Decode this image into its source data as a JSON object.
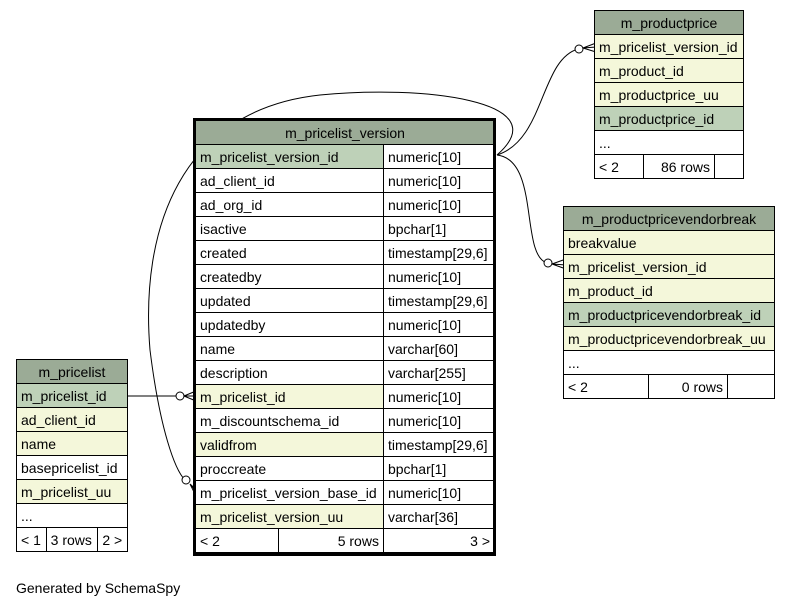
{
  "tables": {
    "m_pricelist": {
      "name": "m_pricelist",
      "columns": [
        {
          "name": "m_pricelist_id",
          "kind": "pk"
        },
        {
          "name": "ad_client_id",
          "kind": "fk"
        },
        {
          "name": "name",
          "kind": "fk"
        },
        {
          "name": "basepricelist_id",
          "kind": "plain"
        },
        {
          "name": "m_pricelist_uu",
          "kind": "fk"
        },
        {
          "name": "...",
          "kind": "plain"
        }
      ],
      "footer": {
        "parents": "< 1",
        "rows": "3 rows",
        "children": "2 >"
      }
    },
    "m_pricelist_version": {
      "name": "m_pricelist_version",
      "columns": [
        {
          "name": "m_pricelist_version_id",
          "type": "numeric[10]",
          "kind": "pk"
        },
        {
          "name": "ad_client_id",
          "type": "numeric[10]",
          "kind": "plain"
        },
        {
          "name": "ad_org_id",
          "type": "numeric[10]",
          "kind": "plain"
        },
        {
          "name": "isactive",
          "type": "bpchar[1]",
          "kind": "plain"
        },
        {
          "name": "created",
          "type": "timestamp[29,6]",
          "kind": "plain"
        },
        {
          "name": "createdby",
          "type": "numeric[10]",
          "kind": "plain"
        },
        {
          "name": "updated",
          "type": "timestamp[29,6]",
          "kind": "plain"
        },
        {
          "name": "updatedby",
          "type": "numeric[10]",
          "kind": "plain"
        },
        {
          "name": "name",
          "type": "varchar[60]",
          "kind": "plain"
        },
        {
          "name": "description",
          "type": "varchar[255]",
          "kind": "plain"
        },
        {
          "name": "m_pricelist_id",
          "type": "numeric[10]",
          "kind": "fk"
        },
        {
          "name": "m_discountschema_id",
          "type": "numeric[10]",
          "kind": "plain"
        },
        {
          "name": "validfrom",
          "type": "timestamp[29,6]",
          "kind": "fk"
        },
        {
          "name": "proccreate",
          "type": "bpchar[1]",
          "kind": "plain"
        },
        {
          "name": "m_pricelist_version_base_id",
          "type": "numeric[10]",
          "kind": "plain"
        },
        {
          "name": "m_pricelist_version_uu",
          "type": "varchar[36]",
          "kind": "fk"
        }
      ],
      "footer": {
        "parents": "< 2",
        "rows": "5 rows",
        "children": "3 >"
      }
    },
    "m_productprice": {
      "name": "m_productprice",
      "columns": [
        {
          "name": "m_pricelist_version_id",
          "kind": "fk"
        },
        {
          "name": "m_product_id",
          "kind": "fk"
        },
        {
          "name": "m_productprice_uu",
          "kind": "fk"
        },
        {
          "name": "m_productprice_id",
          "kind": "pk"
        },
        {
          "name": "...",
          "kind": "plain"
        }
      ],
      "footer": {
        "parents": "< 2",
        "rows": "86 rows",
        "children": ""
      }
    },
    "m_productpricevendorbreak": {
      "name": "m_productpricevendorbreak",
      "columns": [
        {
          "name": "breakvalue",
          "kind": "fk"
        },
        {
          "name": "m_pricelist_version_id",
          "kind": "fk"
        },
        {
          "name": "m_product_id",
          "kind": "fk"
        },
        {
          "name": "m_productpricevendorbreak_id",
          "kind": "pk"
        },
        {
          "name": "m_productpricevendorbreak_uu",
          "kind": "fk"
        },
        {
          "name": "...",
          "kind": "plain"
        }
      ],
      "footer": {
        "parents": "< 2",
        "rows": "0 rows",
        "children": ""
      }
    }
  },
  "footer_text": "Generated by SchemaSpy",
  "colors": {
    "header": "#9bab96",
    "primary_key": "#bed1b8",
    "foreign_key": "#f4f7da",
    "line": "#000000"
  }
}
